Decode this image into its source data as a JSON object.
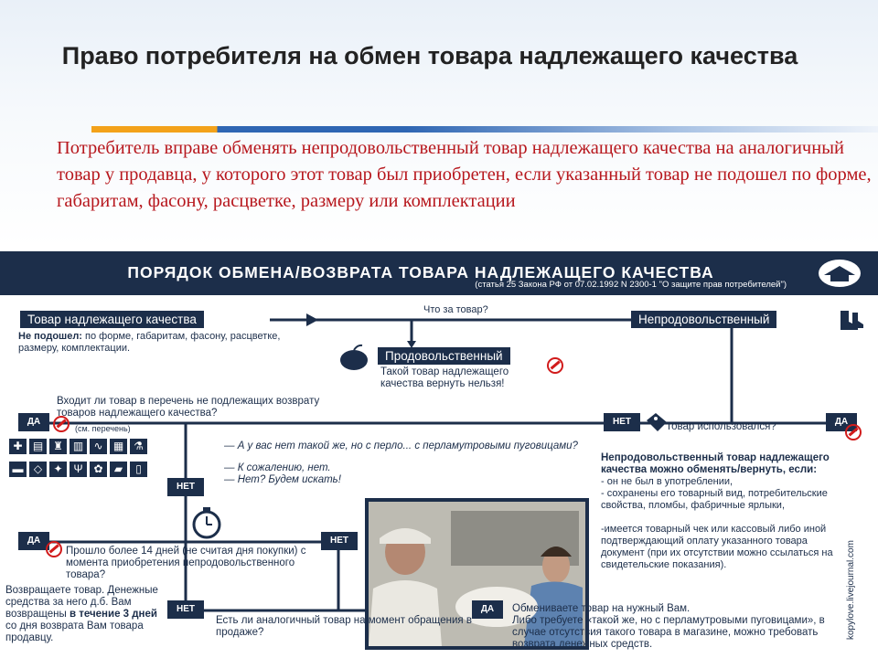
{
  "slide": {
    "title": "Право потребителя на обмен товара надлежащего качества",
    "intro": "Потребитель вправе обменять непродовольственный товар надлежащего качества на аналогичный товар у продавца, у которого этот товар был приобретен, если указанный товар не подошел по форме, габаритам, фасону, расцветке, размеру или комплектации"
  },
  "poster": {
    "title": "ПОРЯДОК ОБМЕНА/ВОЗВРАТА ТОВАРА НАДЛЕЖАЩЕГО КАЧЕСТВА",
    "subtitle": "(статья 25 Закона РФ от 07.02.1992 N 2300-1 \"О защите прав потребителей\")",
    "side_credit": "kopylove.livejournal.com",
    "nodes": {
      "goods_quality": "Товар надлежащего качества",
      "not_fit": "Не подошел:",
      "not_fit_rest": " по форме, габаритам, фасону, расцветке, размеру, комплектации.",
      "what_goods": "Что за товар?",
      "non_food": "Непродовольственный",
      "food": "Продовольственный",
      "food_note": "Такой товар надлежащего качества вернуть нельзя!",
      "in_list": "Входит ли товар в перечень не подлежащих возврату товаров надлежащего качества?",
      "see_list": "(см. перечень)",
      "used": "Товар использовался?",
      "dialog1": "— А у вас нет такой же, но с перло... с перламутровыми пуговицами?",
      "dialog2": "— К сожалению, нет.",
      "dialog3": "— Нет? Будем искать!",
      "conditions_title": "Непродовольственный товар надлежащего качества можно обменять/вернуть, если:",
      "cond1": "- он не был в употреблении,",
      "cond2": "- сохранены его товарный вид, потребительские свойства, пломбы, фабричные ярлыки,",
      "cond3": "-имеется товарный чек или кассовый либо иной подтверждающий оплату указанного товара документ (при их отсутствии можно ссылаться на свидетельские показания).",
      "days14": "Прошло более 14 дней (не считая дня покупки) с момента приобретения непродовольственного товара?",
      "return_a": "Возвращаете товар. Денежные средства за него д.б. Вам возвращены ",
      "return_b": "в течение 3 дней",
      "return_c": " со дня возврата Вам товара продавцу.",
      "analog": "Есть ли аналогичный товар на момент обращения в продаже?",
      "exchange_a": "Обмениваете товар на нужный Вам.",
      "exchange_b": "Либо требуете «такой же, но с перламутровыми пуговицами», в случае отсутствия такого товара в магазине, можно требовать возврата денежных средств."
    },
    "tags": {
      "yes1": "ДА",
      "yes2": "ДА",
      "yes3": "ДА",
      "yes4": "ДА",
      "no1": "НЕТ",
      "no2": "НЕТ",
      "no3": "НЕТ",
      "no4": "НЕТ"
    },
    "icons": [
      "medicine-icon",
      "linen-icon",
      "perfume-icon",
      "fabric-icon",
      "cable-icon",
      "construction-icon",
      "chemicals-icon",
      "furniture-icon",
      "jewelry-icon",
      "weapon-icon",
      "cutlery-icon",
      "animals-icon",
      "car-icon",
      "book-icon"
    ],
    "colors": {
      "navy": "#1c2e4a",
      "red": "#b7171d",
      "orange": "#f3a21a",
      "blue": "#2f66b3"
    }
  }
}
